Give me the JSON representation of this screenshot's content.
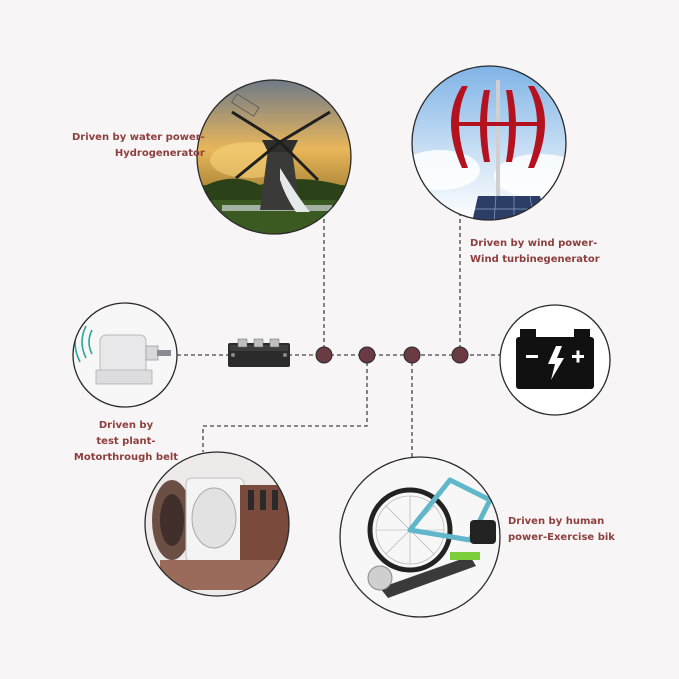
{
  "labels": {
    "water": [
      "Driven by water power-",
      "Hydrogenerator"
    ],
    "wind": [
      "Driven by wind power-",
      "Wind turbinegenerator"
    ],
    "motor": [
      "Driven by",
      "test plant-",
      "Motorthrough belt"
    ],
    "human": [
      "Driven by human",
      "power-Exercise bik"
    ]
  },
  "colors": {
    "background": "#f8f5f7",
    "label": "#8c3f3c",
    "line": "#444444",
    "node": "#6a3b43",
    "circle_border": "#2a2a2a"
  },
  "icons": {
    "water": "windmill-photo",
    "wind": "wind-turbine-photo",
    "generator": "generator-photo",
    "rectifier": "rectifier-module",
    "battery": "battery-icon",
    "motor": "belt-motor-photo",
    "bike": "exercise-bike-photo"
  }
}
